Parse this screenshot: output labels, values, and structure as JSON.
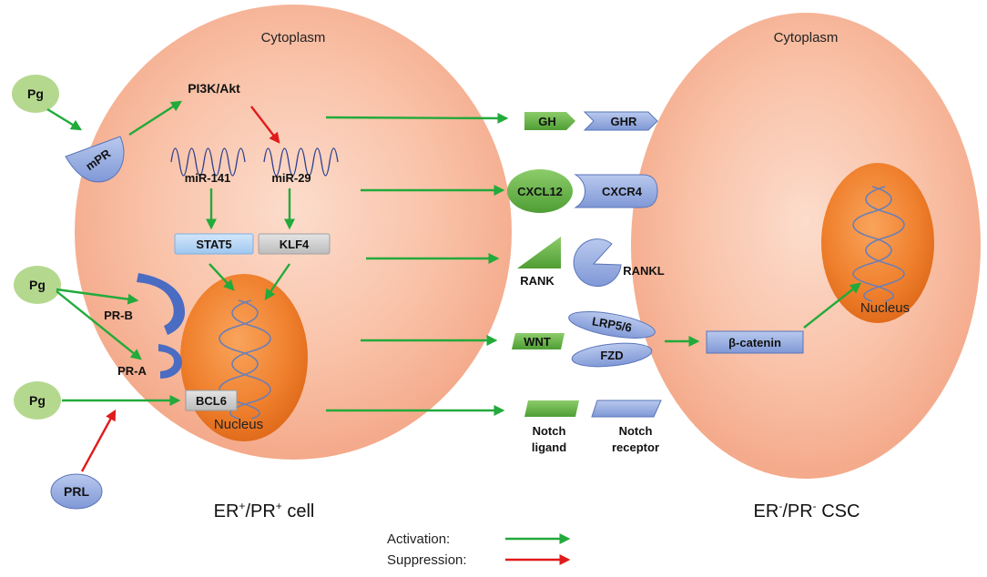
{
  "left_cell": {
    "cytoplasm_label": "Cytoplasm",
    "nucleus_label": "Nucleus",
    "caption_main": "ER",
    "caption_sup1": "+",
    "caption_mid": "/PR",
    "caption_sup2": "+",
    "caption_end": " cell"
  },
  "right_cell": {
    "cytoplasm_label": "Cytoplasm",
    "nucleus_label": "Nucleus",
    "caption_main": "ER",
    "caption_sup1": "-",
    "caption_mid": "/PR",
    "caption_sup2": "-",
    "caption_end": " CSC"
  },
  "inputs": {
    "pg_top": "Pg",
    "pg_mid": "Pg",
    "pg_bottom": "Pg",
    "prl": "PRL"
  },
  "receptors": {
    "mpr": "mPR",
    "pr_b": "PR-B",
    "pr_a": "PR-A"
  },
  "intracellular": {
    "pi3k": "PI3K/Akt",
    "mir141": "miR-141",
    "mir29": "miR-29",
    "stat5": "STAT5",
    "klf4": "KLF4",
    "bcl6": "BCL6"
  },
  "paracrine": {
    "gh": "GH",
    "ghr": "GHR",
    "cxcl12": "CXCL12",
    "cxcr4": "CXCR4",
    "rank": "RANK",
    "rankl": "RANKL",
    "wnt": "WNT",
    "lrp": "LRP5/6",
    "fzd": "FZD",
    "beta_catenin": "β-catenin",
    "notch_ligand_1": "Notch",
    "notch_ligand_2": "ligand",
    "notch_receptor_1": "Notch",
    "notch_receptor_2": "receptor"
  },
  "legend": {
    "activation": "Activation:",
    "suppression": "Suppression:",
    "activation_color": "#22aa3a",
    "suppression_color": "#e01b1b"
  }
}
